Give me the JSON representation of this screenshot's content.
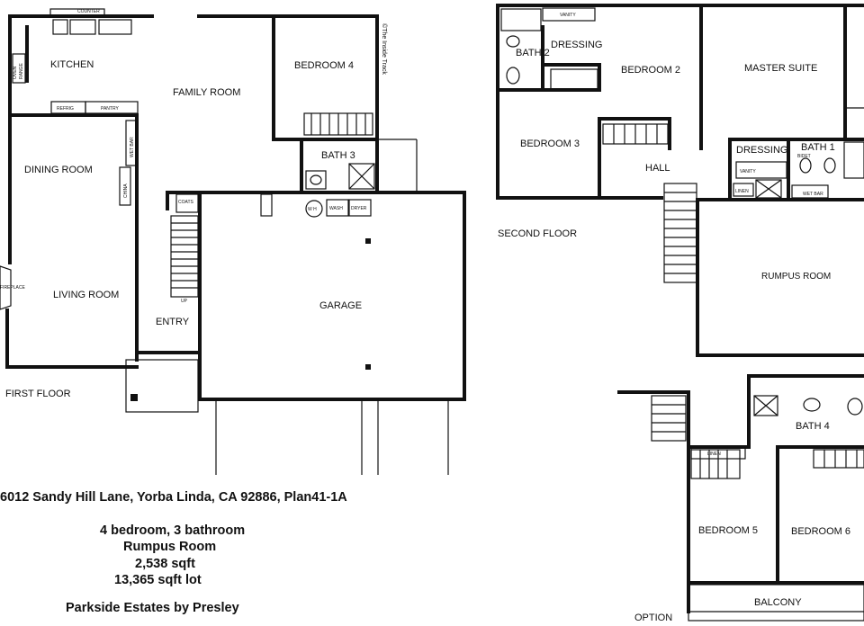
{
  "first_floor": {
    "title": "FIRST FLOOR",
    "rooms": {
      "kitchen": "KITCHEN",
      "family_room": "FAMILY ROOM",
      "bedroom4": "BEDROOM 4",
      "dining_room": "DINING ROOM",
      "living_room": "LIVING ROOM",
      "bath3": "BATH 3",
      "garage": "GARAGE",
      "entry": "ENTRY"
    },
    "fixtures": {
      "counter": "COUNTER",
      "range": "RANGE",
      "oven": "OVEN",
      "refrig": "REFRIG",
      "pantry": "PANTRY",
      "wet_bar": "WET BAR",
      "china": "CHINA",
      "coats": "COATS",
      "wh": "W H",
      "wash": "WASH",
      "dryer": "DRYER",
      "fireplace": "FIREPLACE",
      "up": "UP"
    }
  },
  "second_floor": {
    "title": "SECOND FLOOR",
    "rooms": {
      "bath2": "BATH 2",
      "dressing": "DRESSING",
      "bedroom2": "BEDROOM 2",
      "master_suite": "MASTER SUITE",
      "bedroom3": "BEDROOM 3",
      "hall": "HALL",
      "dressing2": "DRESSING",
      "bath1": "BATH 1",
      "rumpus_room": "RUMPUS ROOM",
      "bath4": "BATH 4",
      "bedroom5": "BEDROOM 5",
      "bedroom6": "BEDROOM 6",
      "balcony": "BALCONY"
    },
    "fixtures": {
      "vanity": "VANITY",
      "vanity2": "VANITY",
      "bidet": "BIDET",
      "linen": "LINEN",
      "wet_bar": "WET BAR",
      "linen2": "LINEN"
    },
    "option": "OPTION"
  },
  "copyright": "©The Inside Track",
  "info": {
    "address": "6012 Sandy Hill Lane, Yorba Linda, CA 92886, Plan41-1A",
    "beds_baths": "4 bedroom, 3 bathroom",
    "extra": "Rumpus Room",
    "sqft": "2,538 sqft",
    "lot": "13,365 sqft lot",
    "builder": "Parkside Estates by Presley"
  }
}
